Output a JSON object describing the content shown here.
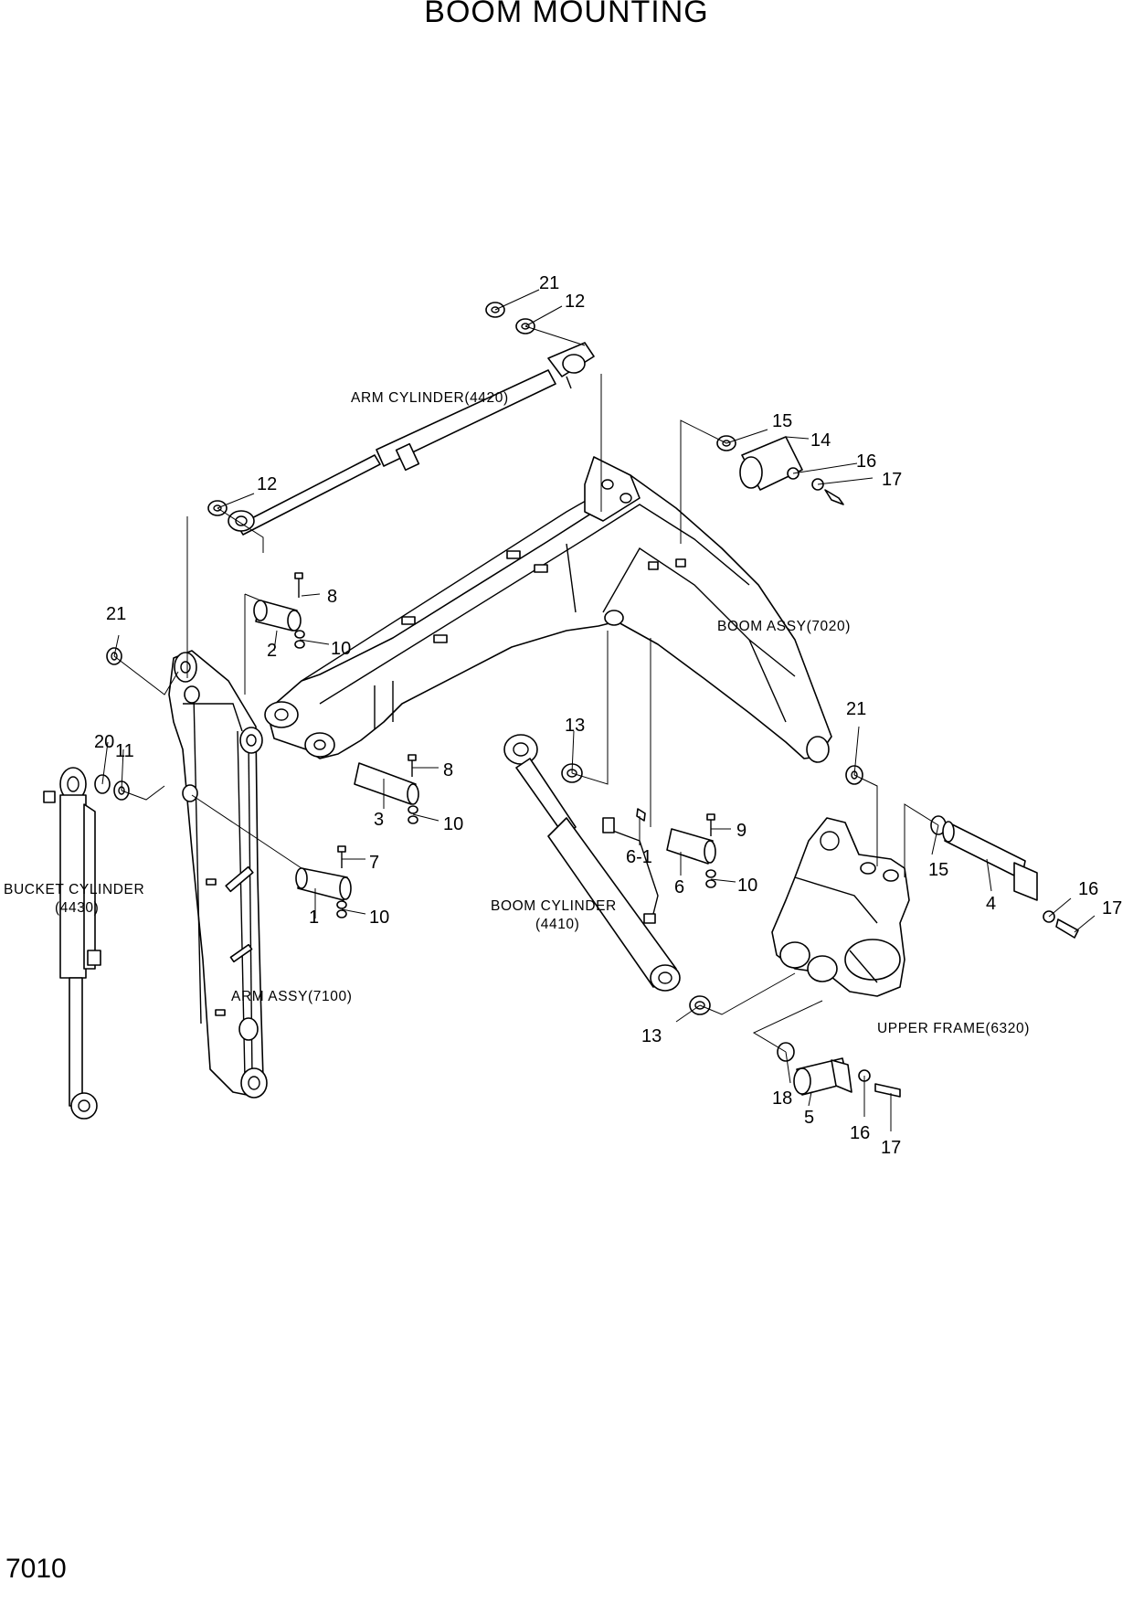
{
  "title": "BOOM MOUNTING",
  "page_number": "7010",
  "assembly_labels": {
    "arm_cylinder": "ARM CYLINDER(4420)",
    "boom_assy": "BOOM ASSY(7020)",
    "bucket_cylinder_line1": "BUCKET CYLINDER",
    "bucket_cylinder_line2": "(4430)",
    "arm_assy": "ARM ASSY(7100)",
    "boom_cylinder_line1": "BOOM CYLINDER",
    "boom_cylinder_line2": "(4410)",
    "upper_frame": "UPPER FRAME(6320)"
  },
  "callouts": {
    "c21_top": "21",
    "c12_top": "12",
    "c12_left": "12",
    "c15_top": "15",
    "c14": "14",
    "c16_top": "16",
    "c17_top": "17",
    "c8_a": "8",
    "c2": "2",
    "c10_a": "10",
    "c21_left": "21",
    "c20": "20",
    "c11": "11",
    "c13_top": "13",
    "c8_b": "8",
    "c3": "3",
    "c10_b": "10",
    "c7": "7",
    "c1": "1",
    "c10_c": "10",
    "c9": "9",
    "c6_1": "6-1",
    "c6": "6",
    "c10_d": "10",
    "c21_right": "21",
    "c15_right": "15",
    "c4": "4",
    "c16_right": "16",
    "c17_right": "17",
    "c13_bottom": "13",
    "c18": "18",
    "c5": "5",
    "c16_bottom": "16",
    "c17_bottom": "17"
  }
}
